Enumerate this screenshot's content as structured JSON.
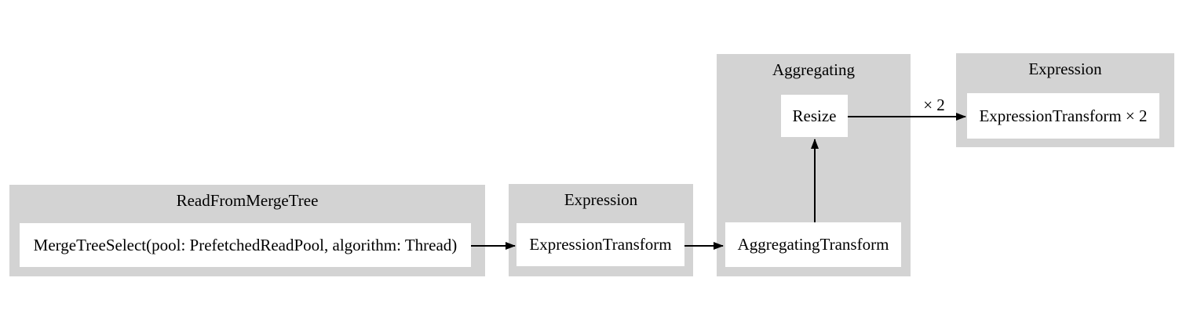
{
  "diagram": {
    "type": "pipeline-graph",
    "colors": {
      "background": "#ffffff",
      "cluster_fill": "#d3d3d3",
      "node_fill": "#ffffff",
      "text": "#000000",
      "edge": "#000000"
    },
    "clusters": [
      {
        "id": "read_from_merge_tree",
        "title": "ReadFromMergeTree",
        "nodes": [
          {
            "label": "MergeTreeSelect(pool: PrefetchedReadPool, algorithm: Thread)"
          }
        ]
      },
      {
        "id": "expression_1",
        "title": "Expression",
        "nodes": [
          {
            "label": "ExpressionTransform"
          }
        ]
      },
      {
        "id": "aggregating",
        "title": "Aggregating",
        "nodes": [
          {
            "label": "Resize"
          },
          {
            "label": "AggregatingTransform"
          }
        ]
      },
      {
        "id": "expression_2",
        "title": "Expression",
        "nodes": [
          {
            "label": "ExpressionTransform × 2"
          }
        ]
      }
    ],
    "edges": [
      {
        "from": "MergeTreeSelect(pool: PrefetchedReadPool, algorithm: Thread)",
        "to": "ExpressionTransform",
        "label": ""
      },
      {
        "from": "ExpressionTransform",
        "to": "AggregatingTransform",
        "label": ""
      },
      {
        "from": "AggregatingTransform",
        "to": "Resize",
        "label": ""
      },
      {
        "from": "Resize",
        "to": "ExpressionTransform × 2",
        "label": "× 2"
      }
    ]
  }
}
